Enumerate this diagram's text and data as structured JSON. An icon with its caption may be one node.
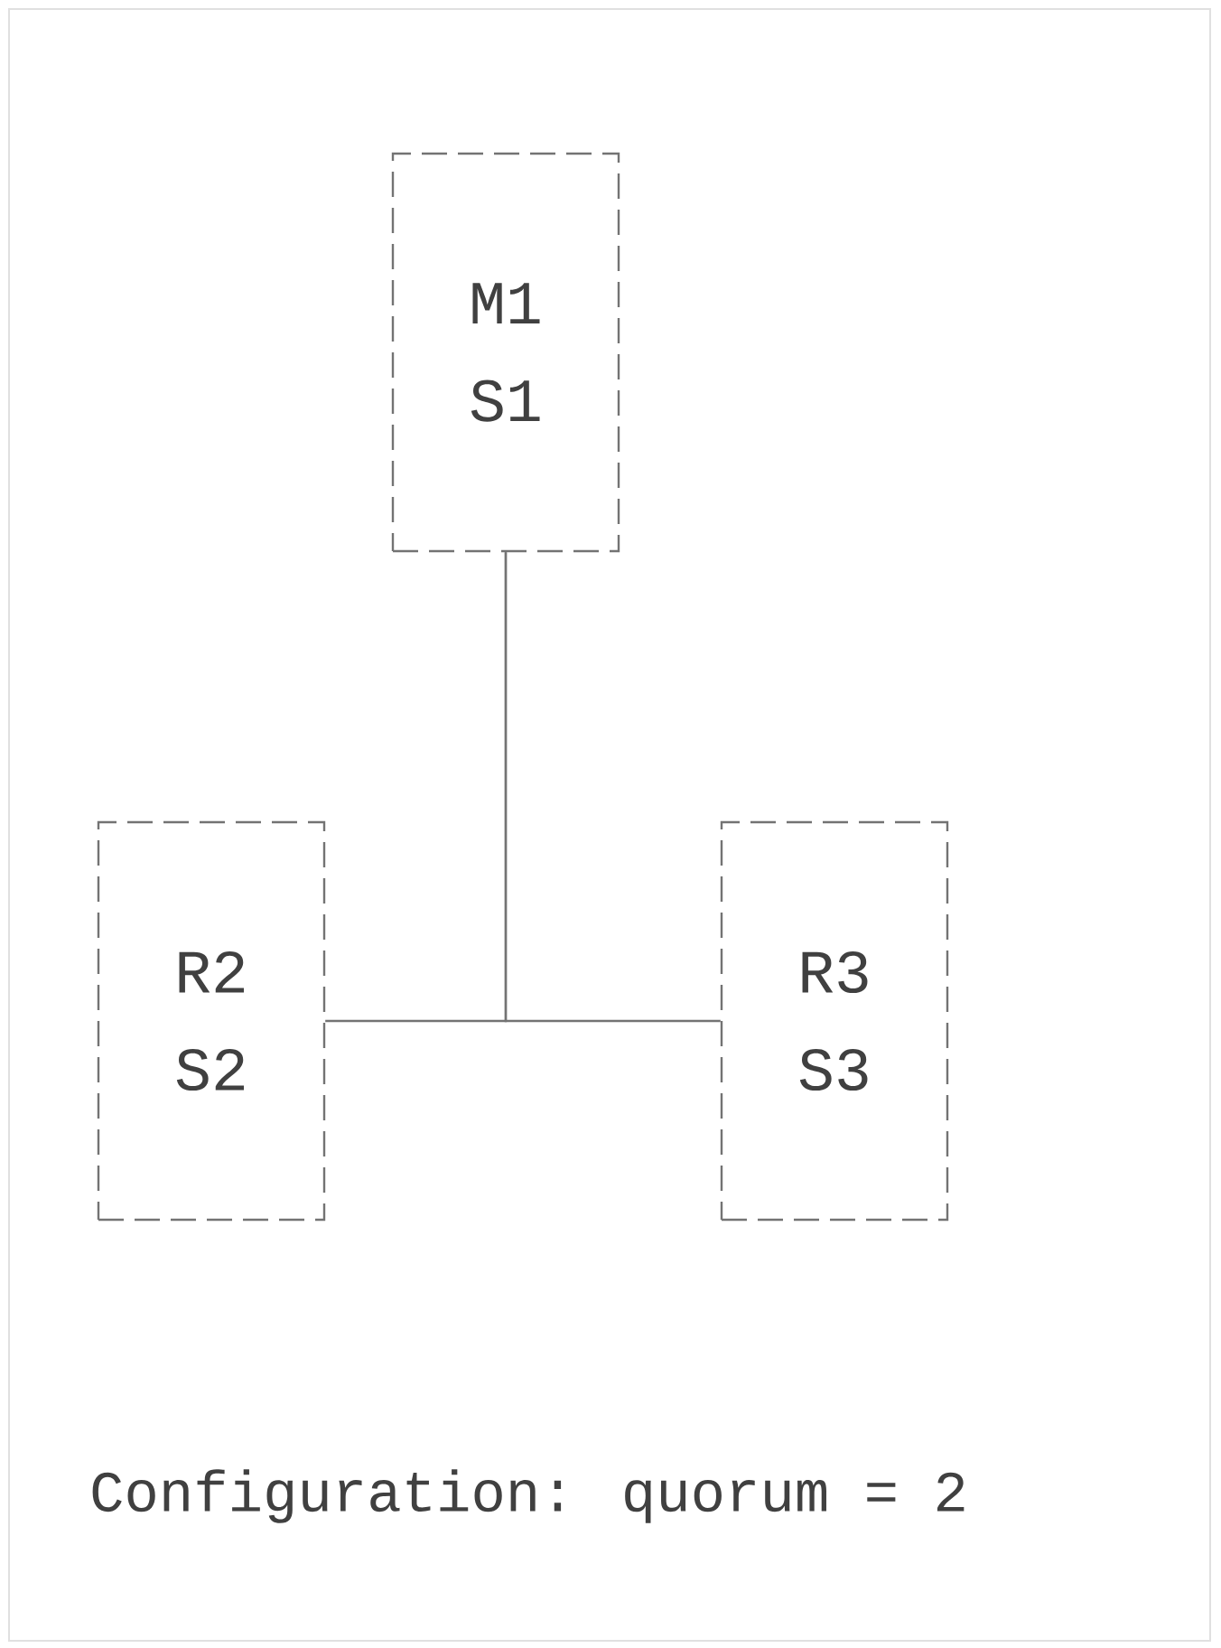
{
  "diagram": {
    "nodes": [
      {
        "text": [
          "M1",
          "S1"
        ]
      },
      {
        "text": [
          "R2",
          "S2"
        ]
      },
      {
        "text": [
          "R3",
          "S3"
        ]
      }
    ],
    "edges": [
      {
        "from": 0,
        "to": 1,
        "arrow": "none"
      },
      {
        "from": 0,
        "to": 2,
        "arrow": "none"
      }
    ],
    "labels": [
      "Configuration: quorum = 2"
    ]
  }
}
